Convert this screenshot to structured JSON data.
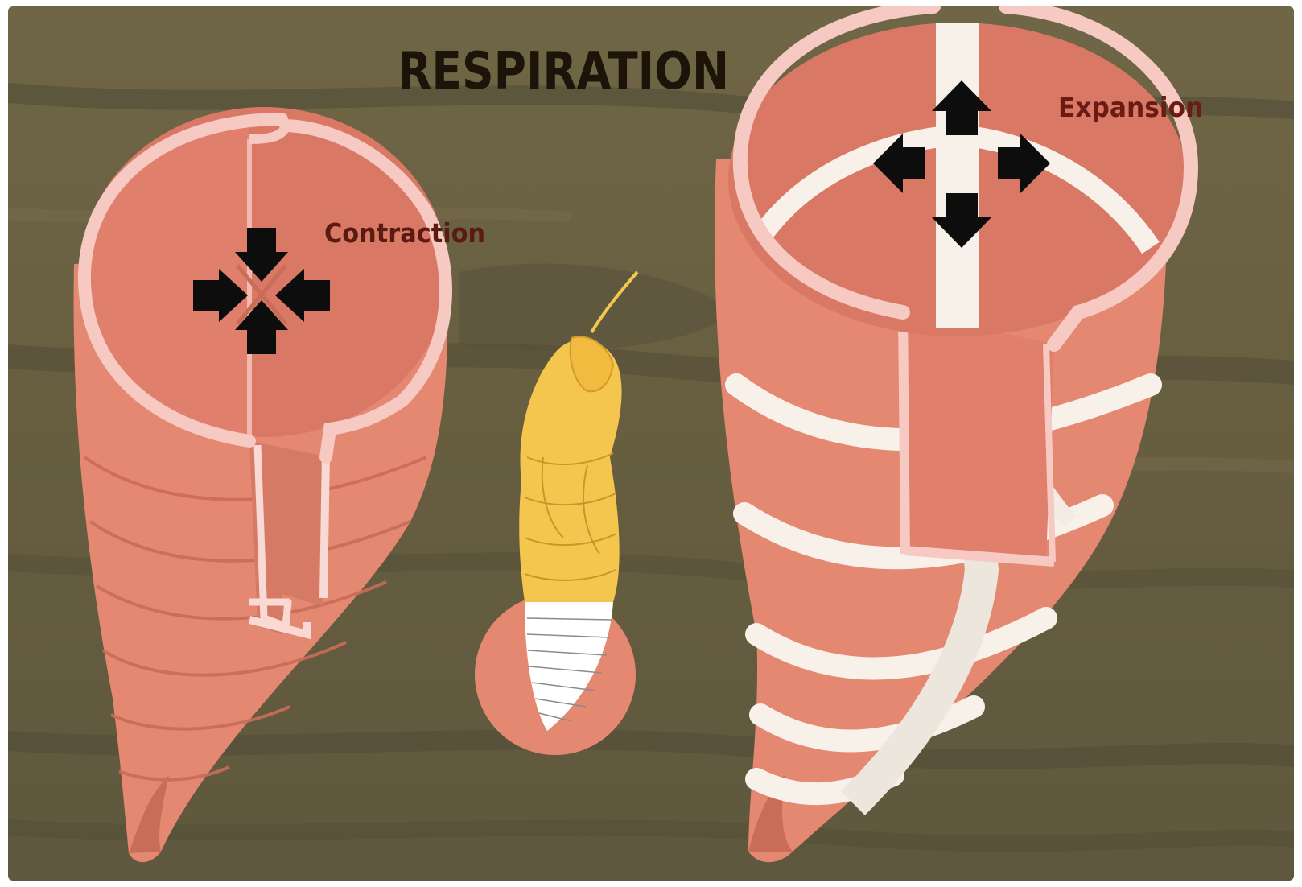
{
  "diagram": {
    "title": "RESPIRATION",
    "labels": {
      "contraction": "Contraction",
      "expansion": "Expansion"
    },
    "colors": {
      "board": "#6e6444",
      "board_streak": "#4f4a35",
      "body_pink": "#e58872",
      "body_pink_dark": "#c96c58",
      "rim": "#f6c9c2",
      "muscle_white": "#f7f1ea",
      "insect_yellow": "#f5c64e",
      "insect_abdomen": "#ffffff",
      "arrow": "#0d0d0d"
    },
    "icons": {
      "contraction_arrows": "arrows-inward-icon",
      "expansion_arrows": "arrows-outward-icon"
    }
  }
}
